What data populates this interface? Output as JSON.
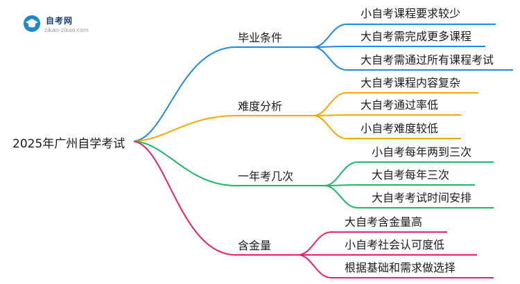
{
  "logo": {
    "title": "自考网",
    "subtitle": "zikao-zikao.com"
  },
  "root": {
    "label": "2025年广州自学考试"
  },
  "branches": [
    {
      "label": "毕业条件",
      "color": "#1e88e5",
      "leaves": [
        "小自考课程要求较少",
        "大自考需完成更多课程",
        "大自考需通过所有课程考试"
      ]
    },
    {
      "label": "难度分析",
      "color": "#f5a800",
      "leaves": [
        "大自考课程内容复杂",
        "大自考通过率低",
        "小自考难度较低"
      ]
    },
    {
      "label": "一年考几次",
      "color": "#1db86a",
      "leaves": [
        "小自考每年两到三次",
        "大自考每年三次",
        "大自考考试时间安排"
      ]
    },
    {
      "label": "含金量",
      "color": "#ea1e6b",
      "leaves": [
        "大自考含金量高",
        "小自考社会认可度低",
        "根据基础和需求做选择"
      ]
    }
  ]
}
